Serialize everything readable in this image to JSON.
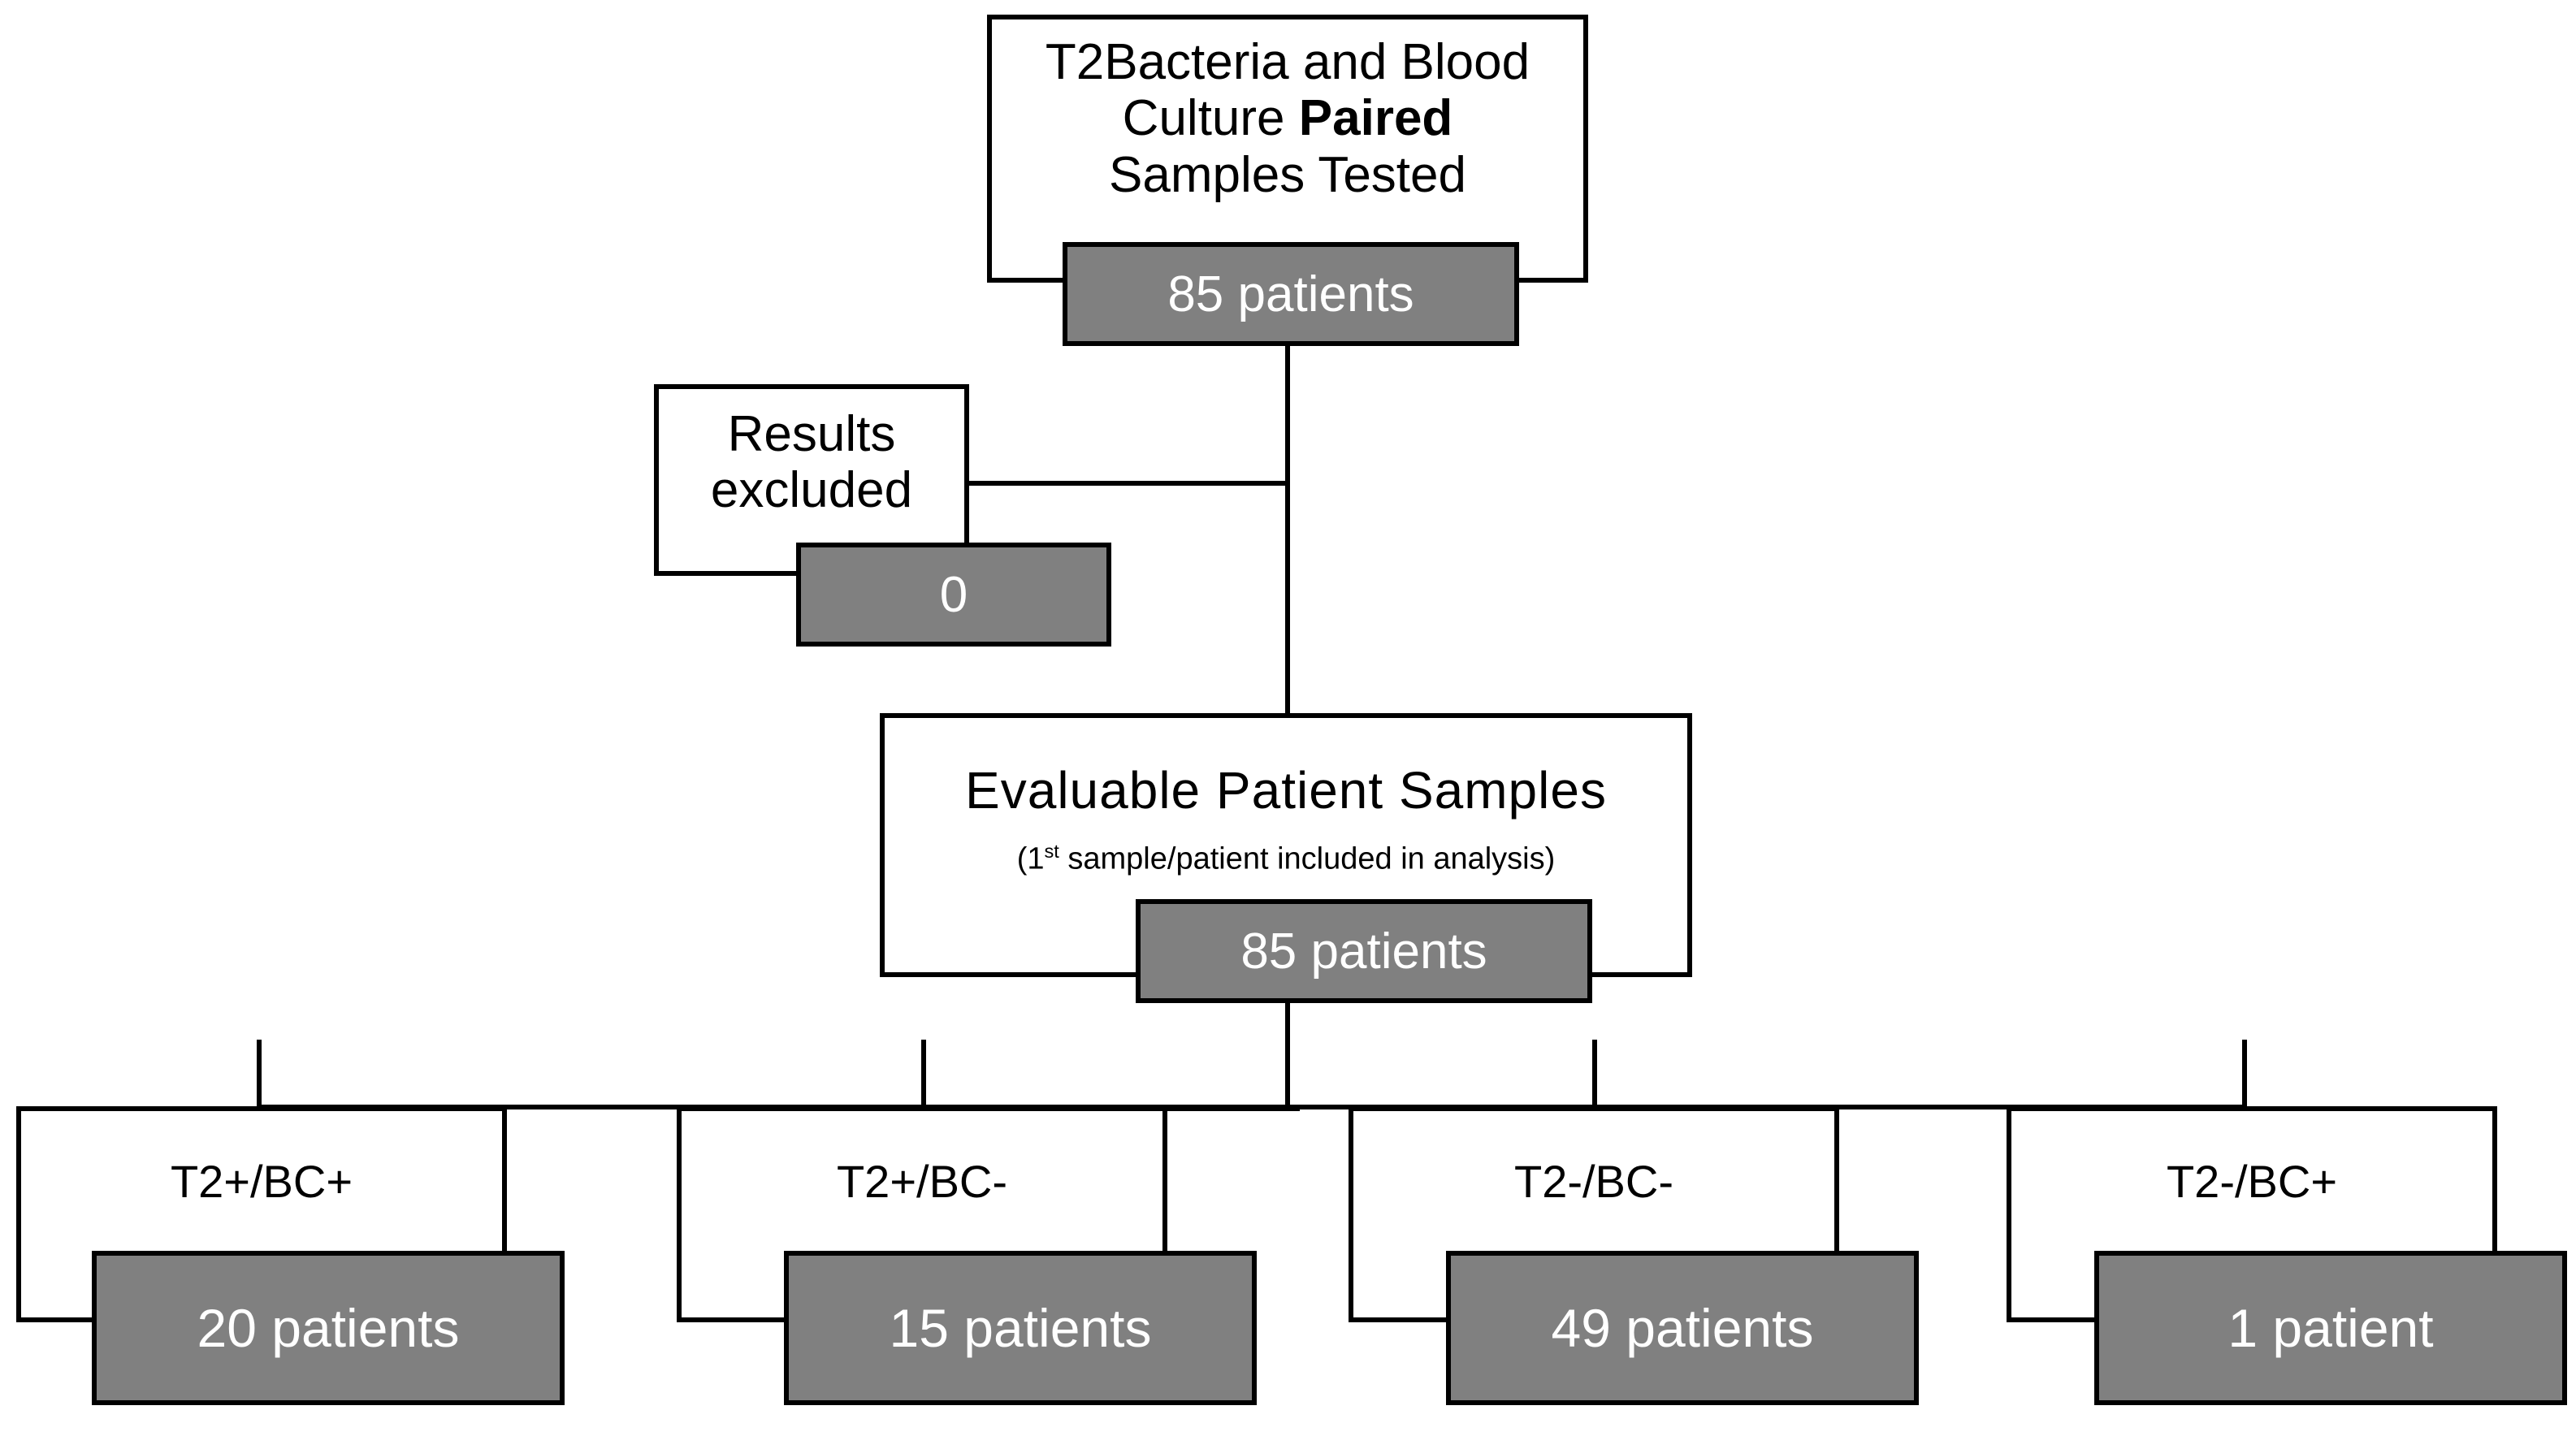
{
  "diagram": {
    "title_node": {
      "label_line1": "T2Bacteria and Blood",
      "label_line2_pre": "Culture ",
      "label_line2_bold": "Paired",
      "label_line3": "Samples Tested",
      "count": "85 patients"
    },
    "excluded_node": {
      "label_line1": "Results",
      "label_line2": "excluded",
      "count": "0"
    },
    "evaluable_node": {
      "title": "Evaluable Patient Samples",
      "subtitle_pre": "(1",
      "subtitle_sup": "st",
      "subtitle_post": " sample/patient included in analysis)",
      "count": "85 patients"
    },
    "outcome_nodes": [
      {
        "label": "T2+/BC+",
        "count": "20 patients"
      },
      {
        "label": "T2+/BC-",
        "count": "15 patients"
      },
      {
        "label": "T2-/BC-",
        "count": "49 patients"
      },
      {
        "label": "T2-/BC+",
        "count": "1 patient"
      }
    ]
  },
  "colors": {
    "count_fill": "#808080",
    "count_text": "#ffffff",
    "stroke": "#000000",
    "node_fill": "#ffffff"
  }
}
